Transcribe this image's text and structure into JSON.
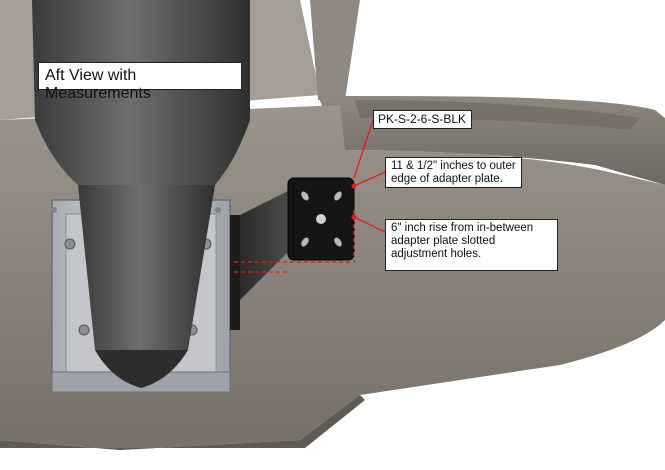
{
  "diagram": {
    "title": "Aft View with Measurements",
    "part_number": "PK-S-2-6-S-BLK",
    "callout_width": "11 & 1/2\" inches to outer edge of adapter plate.",
    "callout_rise": "6\" inch rise from in-between adapter plate slotted adjustment holes."
  },
  "colors": {
    "hull": "#817a72",
    "hull_dark": "#5e5952",
    "motor": "#4a4a4a",
    "bracket": "#b9bcc2",
    "plate": "#161616",
    "annotation": "#e02020"
  }
}
